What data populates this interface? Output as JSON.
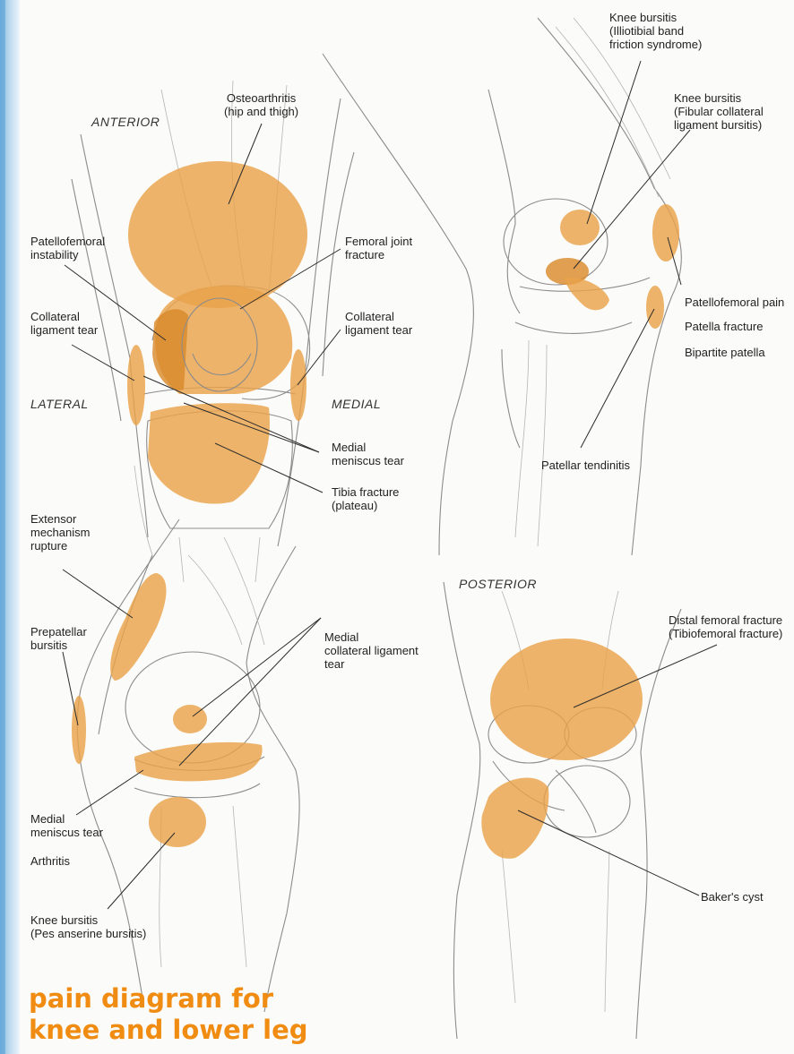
{
  "views": {
    "anterior": "ANTERIOR",
    "lateral": "LATERAL",
    "medial": "MEDIAL",
    "posterior": "POSTERIOR"
  },
  "labels": {
    "osteoarthritis": "Osteoarthritis\n(hip and thigh)",
    "patellofemoral_instability": "Patellofemoral\ninstability",
    "femoral_joint_fracture": "Femoral joint\nfracture",
    "collateral_tear_left": "Collateral\nligament tear",
    "collateral_tear_right": "Collateral\nligament tear",
    "medial_meniscus_tear_front": "Medial\nmeniscus tear",
    "tibia_fracture": "Tibia fracture\n(plateau)",
    "knee_bursitis_itb": "Knee bursitis\n(Illiotibial band\nfriction syndrome)",
    "knee_bursitis_fibular": "Knee bursitis\n(Fibular collateral\nligament bursitis)",
    "patellofemoral_pain": "Patellofemoral pain",
    "patella_fracture": "Patella fracture",
    "bipartite_patella": "Bipartite patella",
    "patellar_tendinitis": "Patellar tendinitis",
    "extensor_rupture": "Extensor\nmechanism\nrupture",
    "prepatellar_bursitis": "Prepatellar\nbursitis",
    "medial_collateral_tear": "Medial\ncollateral ligament\ntear",
    "medial_meniscus_tear_side": "Medial\nmeniscus tear",
    "arthritis": "Arthritis",
    "pes_anserine": "Knee bursitis\n(Pes anserine bursitis)",
    "distal_femoral_fracture": "Distal femoral fracture\n(Tibiofemoral fracture)",
    "bakers_cyst": "Baker's cyst"
  },
  "title": {
    "line1": "pain diagram for",
    "line2": "knee and lower leg"
  },
  "colors": {
    "pain_area": "#e9a24a",
    "title": "#f08c12"
  }
}
